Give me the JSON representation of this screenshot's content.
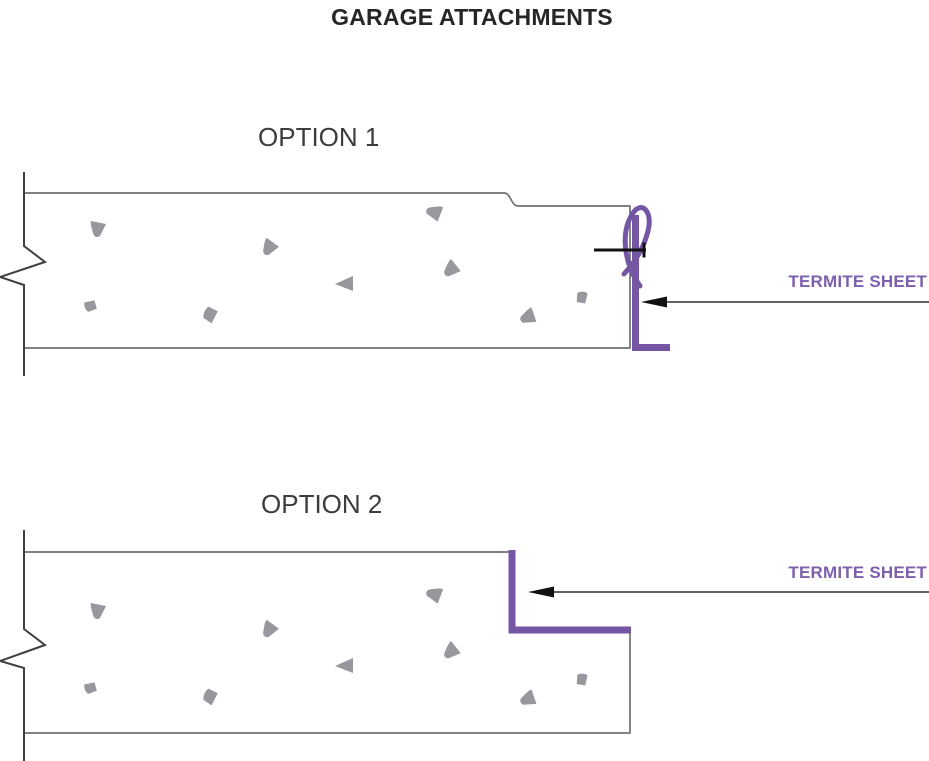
{
  "page_title": "GARAGE ATTACHMENTS",
  "colors": {
    "accent_purple": "#7456A5",
    "label_purple": "#7D5FAD",
    "outline_gray": "#707070",
    "break_line": "#3F3F3F",
    "speckle_gray": "#97979D"
  },
  "options": [
    {
      "label": "OPTION 1",
      "callout": "TERMITE SHEET"
    },
    {
      "label": "OPTION 2",
      "callout": "TERMITE SHEET"
    }
  ]
}
